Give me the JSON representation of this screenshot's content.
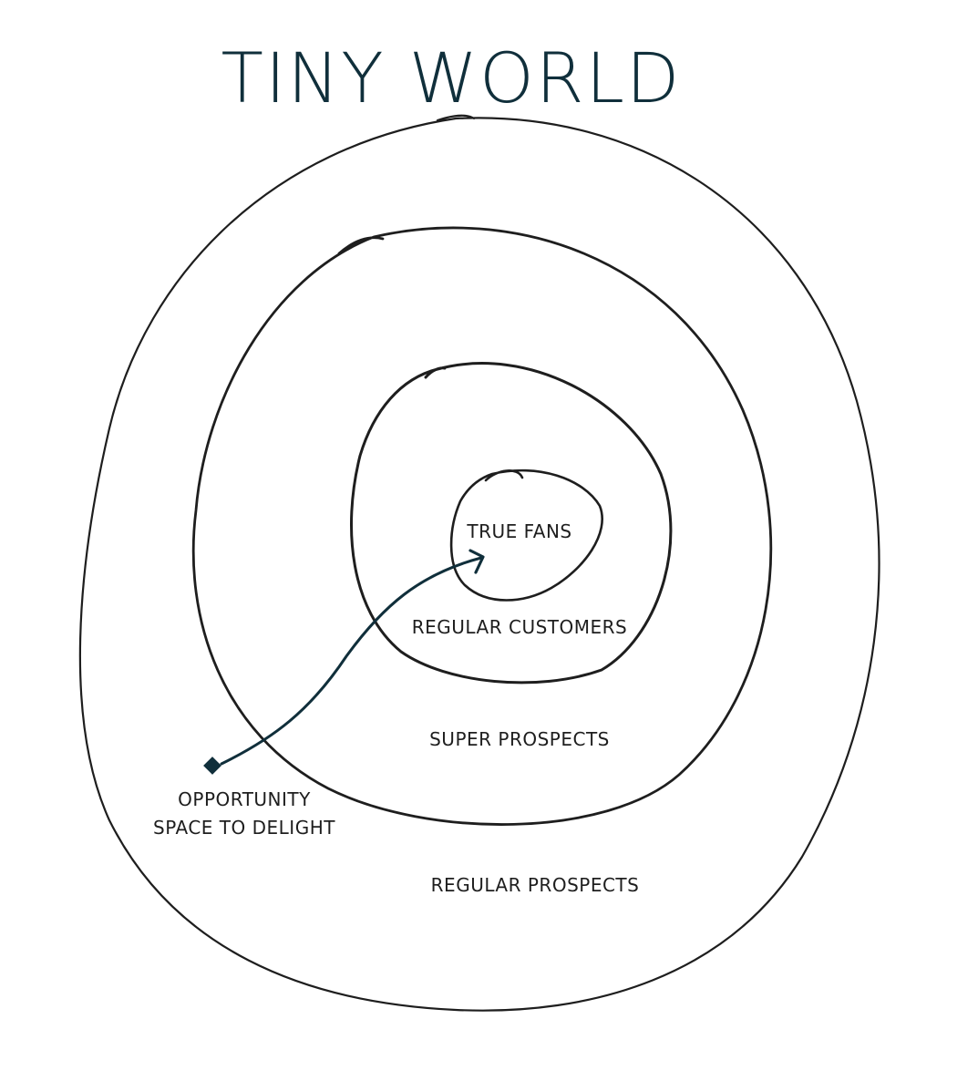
{
  "diagram": {
    "title": "TINY WORLD",
    "colors": {
      "ink": "#102f3b",
      "ring": "#1e1e1e",
      "background": "#ffffff"
    },
    "rings": [
      {
        "id": "regular-prospects",
        "label": "REGULAR PROSPECTS"
      },
      {
        "id": "super-prospects",
        "label": "SUPER PROSPECTS"
      },
      {
        "id": "regular-customers",
        "label": "REGULAR CUSTOMERS"
      },
      {
        "id": "true-fans",
        "label": "TRUE FANS"
      }
    ],
    "opportunity": {
      "line1": "OPPORTUNITY",
      "line2": "SPACE TO DELIGHT"
    }
  }
}
